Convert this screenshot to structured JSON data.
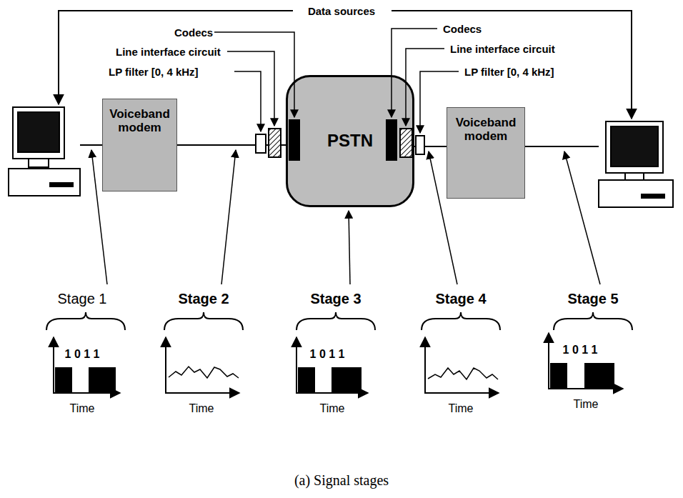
{
  "diagram": {
    "caption": "(a) Signal stages",
    "nodes": [
      {
        "text": [
          "Voiceband modem"
        ]
      },
      {
        "text": [
          "PSTN"
        ]
      },
      {
        "text": [
          "Voiceband modem"
        ]
      }
    ],
    "edges": [
      {
        "from": 0,
        "to": 1,
        "arrow": "none"
      },
      {
        "from": 1,
        "to": 2,
        "arrow": "none"
      }
    ],
    "labels": [
      "Data sources",
      "Codecs",
      "Line interface circuit",
      "LP filter [0, 4 kHz]",
      "Codecs",
      "Line interface circuit",
      "LP filter [0, 4 kHz]",
      "Stage 1",
      "1 0 1 1",
      "Time",
      "Stage 2",
      "Time",
      "Stage 3",
      "1 0 1 1",
      "Time",
      "Stage 4",
      "Time",
      "Stage 5",
      "1 0 1 1",
      "Time"
    ]
  }
}
